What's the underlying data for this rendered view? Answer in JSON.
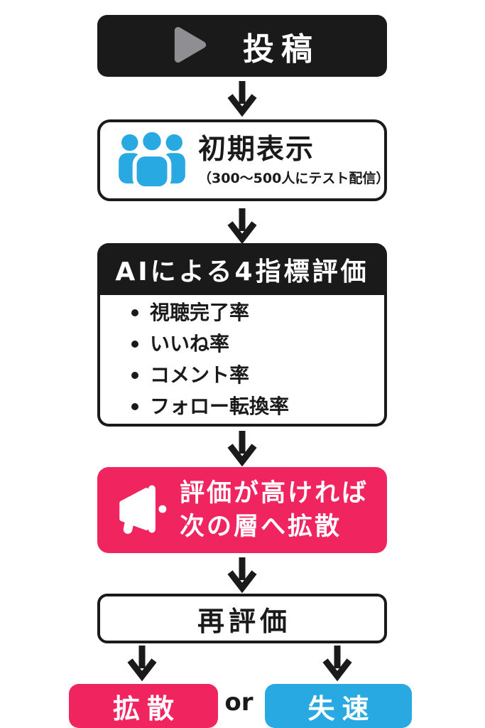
{
  "steps": {
    "post": {
      "label": "投稿"
    },
    "initial": {
      "title": "初期表示",
      "subtitle": "（300〜500人にテスト配信）"
    },
    "ai": {
      "header": "AIによる4指標評価",
      "items": [
        "視聴完了率",
        "いいね率",
        "コメント率",
        "フォロー転換率"
      ]
    },
    "spread": {
      "line1": "評価が高ければ",
      "line2": "次の層へ拡散"
    },
    "reevaluate": {
      "label": "再評価"
    },
    "outcome": {
      "left": "拡散",
      "separator": "or",
      "right": "失速"
    }
  },
  "colors": {
    "black": "#1A1A1A",
    "pink": "#F0245F",
    "blue": "#29A9E1",
    "play_gray": "#8E8E93",
    "white": "#FFFFFF"
  }
}
